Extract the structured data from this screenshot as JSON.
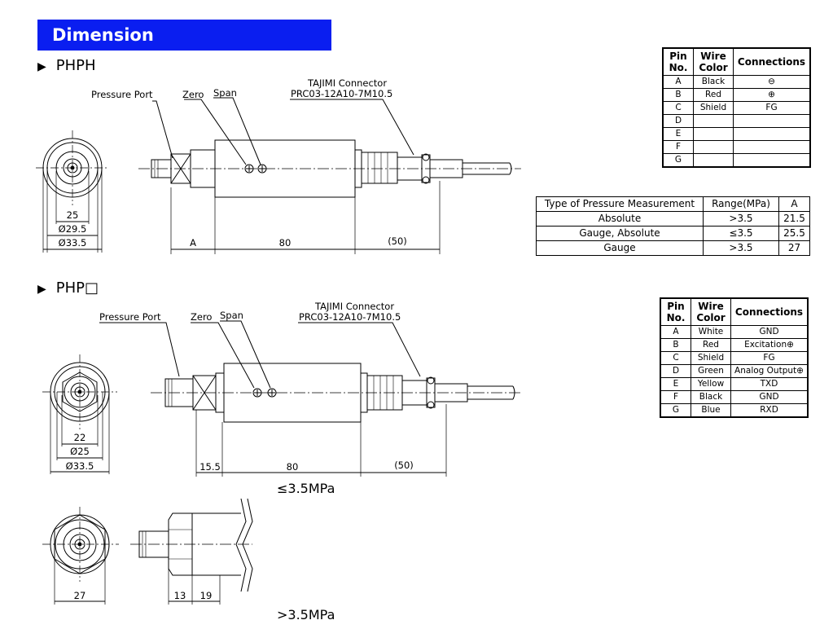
{
  "header": {
    "title": "Dimension"
  },
  "section1": {
    "title": "PHPH"
  },
  "section2": {
    "title": "PHP□"
  },
  "labels1": {
    "pressure_port": "Pressure Port",
    "zero": "Zero",
    "span": "Span",
    "connector_line1": "TAJIMI Connector",
    "connector_line2": "PRC03-12A10-7M10.5",
    "dim_25": "25",
    "dim_d295": "Ø29.5",
    "dim_d335": "Ø33.5",
    "dim_a": "A",
    "dim_80": "80",
    "dim_50": "(50)"
  },
  "labels2": {
    "pressure_port": "Pressure Port",
    "zero": "Zero",
    "span": "Span",
    "connector_line1": "TAJIMI Connector",
    "connector_line2": "PRC03-12A10-7M10.5",
    "dim_22": "22",
    "dim_d25": "Ø25",
    "dim_d335": "Ø33.5",
    "dim_155": "15.5",
    "dim_80": "80",
    "dim_50": "(50)"
  },
  "labels3": {
    "dim_27": "27",
    "dim_13": "13",
    "dim_19": "19"
  },
  "captions": {
    "le": "≤3.5MPa",
    "gt": ">3.5MPa"
  },
  "pin_table1": {
    "headers": [
      "Pin No.",
      "Wire Color",
      "Connections"
    ],
    "rows": [
      [
        "A",
        "Black",
        "⊖"
      ],
      [
        "B",
        "Red",
        "⊕"
      ],
      [
        "C",
        "Shield",
        "FG"
      ],
      [
        "D",
        "",
        ""
      ],
      [
        "E",
        "",
        ""
      ],
      [
        "F",
        "",
        ""
      ],
      [
        "G",
        "",
        ""
      ]
    ]
  },
  "range_table": {
    "headers": [
      "Type of Pressure Measurement",
      "Range(MPa)",
      "A"
    ],
    "rows": [
      [
        "Absolute",
        ">3.5",
        "21.5"
      ],
      [
        "Gauge, Absolute",
        "≤3.5",
        "25.5"
      ],
      [
        "Gauge",
        ">3.5",
        "27"
      ]
    ]
  },
  "pin_table2": {
    "headers": [
      "Pin No.",
      "Wire Color",
      "Connections"
    ],
    "rows": [
      [
        "A",
        "White",
        "GND"
      ],
      [
        "B",
        "Red",
        "Excitation⊕"
      ],
      [
        "C",
        "Shield",
        "FG"
      ],
      [
        "D",
        "Green",
        "Analog Output⊕"
      ],
      [
        "E",
        "Yellow",
        "TXD"
      ],
      [
        "F",
        "Black",
        "GND"
      ],
      [
        "G",
        "Blue",
        "RXD"
      ]
    ]
  }
}
